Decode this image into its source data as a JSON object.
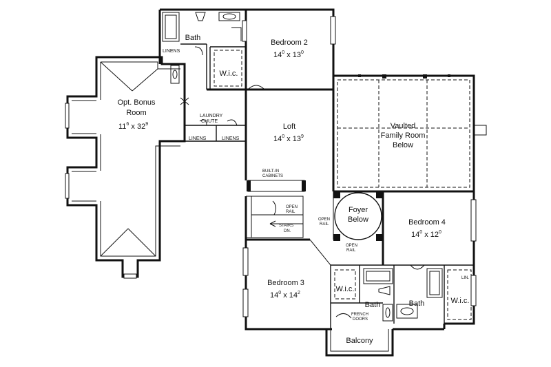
{
  "rooms": {
    "bonus": {
      "name_line1": "Opt. Bonus",
      "name_line2": "Room",
      "dim_a": "11",
      "dim_a_sup": "6",
      "dim_sep": " x ",
      "dim_b": "32",
      "dim_b_sup": "9"
    },
    "bath_top": {
      "name": "Bath"
    },
    "wic_top": {
      "name": "W.i.c."
    },
    "bedroom2": {
      "name": "Bedroom 2",
      "dim_a": "14",
      "dim_a_sup": "0",
      "dim_sep": " x ",
      "dim_b": "13",
      "dim_b_sup": "0"
    },
    "loft": {
      "name": "Loft",
      "dim_a": "14",
      "dim_a_sup": "0",
      "dim_sep": " x ",
      "dim_b": "13",
      "dim_b_sup": "9"
    },
    "family": {
      "line1": "Vaulted",
      "line2": "Family Room",
      "line3": "Below"
    },
    "foyer": {
      "line1": "Foyer",
      "line2": "Below"
    },
    "bedroom4": {
      "name": "Bedroom 4",
      "dim_a": "14",
      "dim_a_sup": "0",
      "dim_sep": " x ",
      "dim_b": "12",
      "dim_b_sup": "0"
    },
    "bedroom3": {
      "name": "Bedroom 3",
      "dim_a": "14",
      "dim_a_sup": "0",
      "dim_sep": " x ",
      "dim_b": "14",
      "dim_b_sup": "2"
    },
    "wic_b3": {
      "name": "W.i.c."
    },
    "bath_b3": {
      "name": "Bath"
    },
    "bath_b4": {
      "name": "Bath"
    },
    "wic_b4": {
      "name": "W.i.c."
    },
    "balcony": {
      "name": "Balcony"
    }
  },
  "labels": {
    "linens_top": "LINENS",
    "laundry_line1": "LAUNDRY",
    "laundry_line2": "CHUTE",
    "linens_a": "LINENS",
    "linens_b": "LINENS",
    "builtin_line1": "BUILT-IN",
    "builtin_line2": "CABINETS",
    "open_rail_stair_1": "OPEN",
    "open_rail_stair_2": "RAIL",
    "stairs_1": "STAIRS",
    "stairs_2": "DN.",
    "open_rail_left_1": "OPEN",
    "open_rail_left_2": "RAIL",
    "open_rail_bottom_1": "OPEN",
    "open_rail_bottom_2": "RAIL",
    "french_1": "FRENCH",
    "french_2": "DOORS",
    "lin": "LIN."
  }
}
